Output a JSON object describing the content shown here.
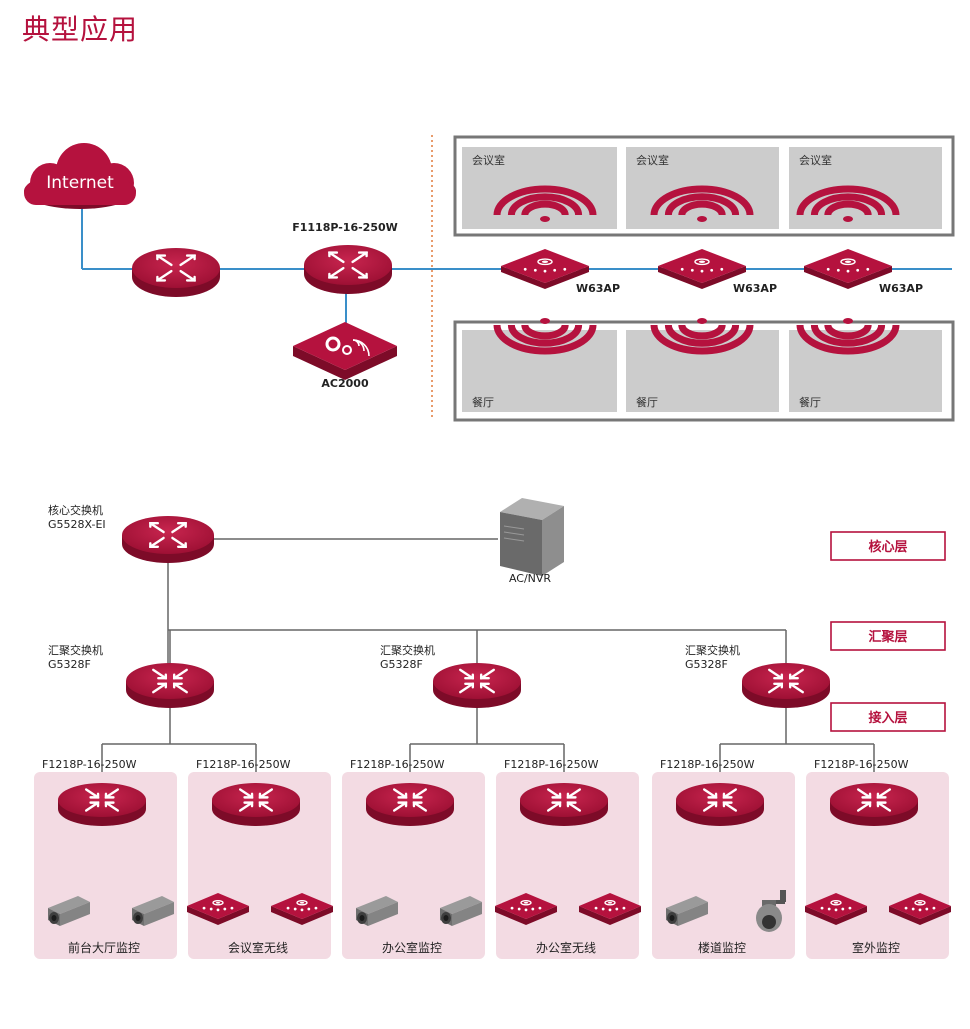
{
  "page": {
    "title": "典型应用"
  },
  "colors": {
    "brand": "#b5123e",
    "link_blue": "#3a8fc9",
    "link_gray": "#666666",
    "room_gray": "#cccccc",
    "zone_pink": "#f3dbe3",
    "dotted_orange": "#e07a3a",
    "layer_border": "#b5123e"
  },
  "top_diagram": {
    "internet_label": "Internet",
    "router_label": "F1118P-16-250W",
    "controller_label": "AC2000",
    "ap_label": "W63AP",
    "meeting_rooms": [
      "会议室",
      "会议室",
      "会议室"
    ],
    "dining_rooms": [
      "餐厅",
      "餐厅",
      "餐厅"
    ]
  },
  "bottom_diagram": {
    "core": {
      "title": "核心交换机",
      "model": "G5528X-EI"
    },
    "server_label": "AC/NVR",
    "layers": [
      "核心层",
      "汇聚层",
      "接入层"
    ],
    "aggregation": [
      {
        "title": "汇聚交换机",
        "model": "G5328F"
      },
      {
        "title": "汇聚交换机",
        "model": "G5328F"
      },
      {
        "title": "汇聚交换机",
        "model": "G5328F"
      }
    ],
    "access": [
      {
        "model": "F1218P-16-250W",
        "zone": "前台大厅监控",
        "devices": [
          "camera",
          "camera"
        ]
      },
      {
        "model": "F1218P-16-250W",
        "zone": "会议室无线",
        "devices": [
          "ap",
          "ap"
        ]
      },
      {
        "model": "F1218P-16-250W",
        "zone": "办公室监控",
        "devices": [
          "camera",
          "camera"
        ]
      },
      {
        "model": "F1218P-16-250W",
        "zone": "办公室无线",
        "devices": [
          "ap",
          "ap"
        ]
      },
      {
        "model": "F1218P-16-250W",
        "zone": "楼道监控",
        "devices": [
          "camera",
          "dome-camera"
        ]
      },
      {
        "model": "F1218P-16-250W",
        "zone": "室外监控",
        "devices": [
          "ap",
          "ap"
        ]
      }
    ]
  }
}
